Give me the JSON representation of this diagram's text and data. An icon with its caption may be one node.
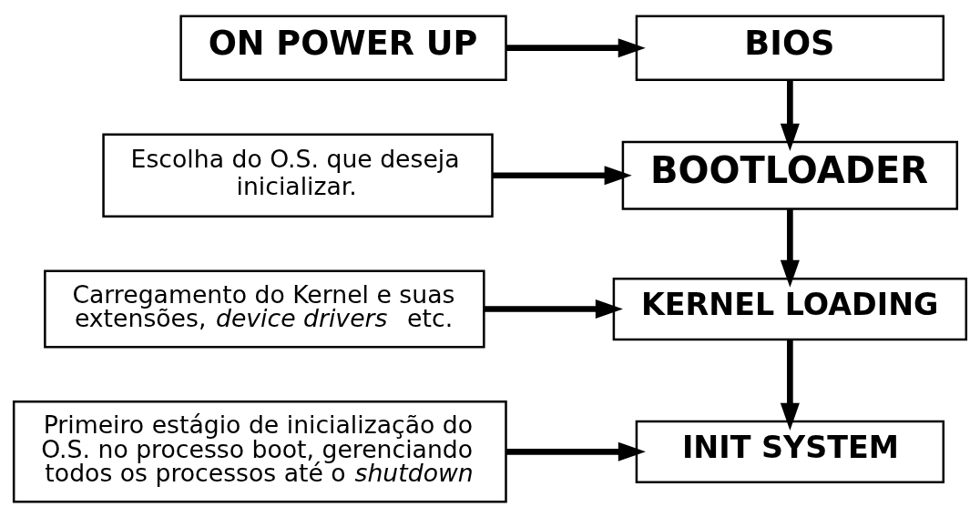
{
  "diagram": {
    "nodes": [
      {
        "text": [
          "ON POWER UP"
        ]
      },
      {
        "text": [
          "BIOS"
        ]
      },
      {
        "text": [
          "Escolha do O.S. que deseja inicializar."
        ]
      },
      {
        "text": [
          "BOOTLOADER"
        ]
      },
      {
        "text": [
          "Carregamento do Kernel e suas extensões, *device drivers* etc."
        ]
      },
      {
        "text": [
          "KERNEL LOADING"
        ]
      },
      {
        "text": [
          "Primeiro estágio de inicialização do O.S. no processo boot, gerenciando todos os processos até o *shutdown*"
        ]
      },
      {
        "text": [
          "INIT SYSTEM"
        ]
      }
    ],
    "edges": [
      {
        "from": 0,
        "to": 1,
        "arrow": "to"
      },
      {
        "from": 1,
        "to": 3,
        "arrow": "to"
      },
      {
        "from": 2,
        "to": 3,
        "arrow": "to"
      },
      {
        "from": 3,
        "to": 5,
        "arrow": "to"
      },
      {
        "from": 4,
        "to": 5,
        "arrow": "to"
      },
      {
        "from": 5,
        "to": 7,
        "arrow": "to"
      },
      {
        "from": 6,
        "to": 7,
        "arrow": "to"
      }
    ]
  }
}
